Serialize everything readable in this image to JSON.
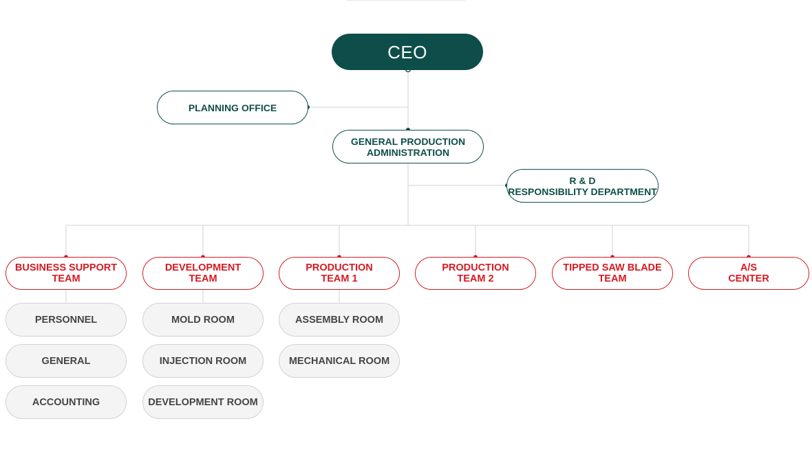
{
  "ceo": {
    "label": "CEO"
  },
  "planning_office": {
    "label": "PLANNING OFFICE"
  },
  "general_production": {
    "label": "GENERAL PRODUCTION\nADMINISTRATION"
  },
  "rnd": {
    "label": "R & D\nRESPONSIBILITY DEPARTMENT"
  },
  "teams": [
    {
      "label": "BUSINESS SUPPORT\nTEAM",
      "sub": [
        "PERSONNEL",
        "GENERAL",
        "ACCOUNTING"
      ]
    },
    {
      "label": "DEVELOPMENT\nTEAM",
      "sub": [
        "MOLD ROOM",
        "INJECTION ROOM",
        "DEVELOPMENT ROOM"
      ]
    },
    {
      "label": "PRODUCTION\nTEAM 1",
      "sub": [
        "ASSEMBLY ROOM",
        "MECHANICAL ROOM"
      ]
    },
    {
      "label": "PRODUCTION\nTEAM 2",
      "sub": []
    },
    {
      "label": "TIPPED SAW BLADE\nTEAM",
      "sub": []
    },
    {
      "label": "A/S\nCENTER",
      "sub": []
    }
  ],
  "colors": {
    "primary": "#0e4e4a",
    "accent": "#d61a22",
    "line": "#d9d9d9",
    "sub_bg": "#f4f4f4"
  }
}
